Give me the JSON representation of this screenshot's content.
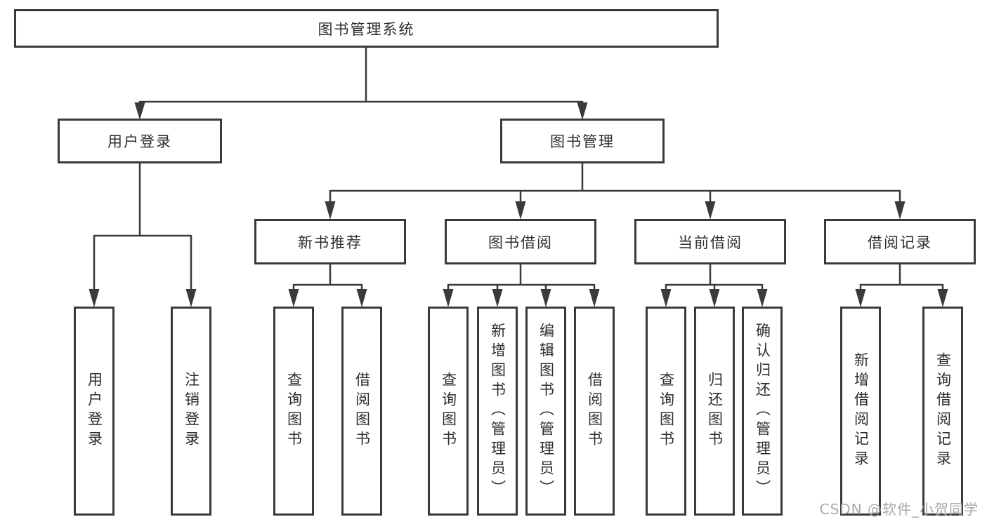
{
  "diagram": {
    "root": {
      "label": "图书管理系统"
    },
    "level2": [
      {
        "label": "用户登录"
      },
      {
        "label": "图书管理"
      }
    ],
    "level3": [
      {
        "label": "新书推荐"
      },
      {
        "label": "图书借阅"
      },
      {
        "label": "当前借阅"
      },
      {
        "label": "借阅记录"
      }
    ],
    "leaves": [
      {
        "label": "用户登录",
        "parent": "用户登录"
      },
      {
        "label": "注销登录",
        "parent": "用户登录"
      },
      {
        "label": "查询图书",
        "parent": "新书推荐"
      },
      {
        "label": "借阅图书",
        "parent": "新书推荐"
      },
      {
        "label": "查询图书",
        "parent": "图书借阅"
      },
      {
        "label": "新增图书（管理员）",
        "parent": "图书借阅"
      },
      {
        "label": "编辑图书（管理员）",
        "parent": "图书借阅"
      },
      {
        "label": "借阅图书",
        "parent": "图书借阅"
      },
      {
        "label": "查询图书",
        "parent": "当前借阅"
      },
      {
        "label": "归还图书",
        "parent": "当前借阅"
      },
      {
        "label": "确认归还（管理员）",
        "parent": "当前借阅"
      },
      {
        "label": "新增借阅记录",
        "parent": "借阅记录"
      },
      {
        "label": "查询借阅记录",
        "parent": "借阅记录"
      }
    ],
    "colors": {
      "line": "#3a3a3a",
      "box_border": "#3a3a3a",
      "text": "#2d2d2d",
      "background": "#ffffff",
      "watermark": "#a9a9a9"
    }
  },
  "watermark": {
    "text": "CSDN @软件_小贺同学"
  }
}
